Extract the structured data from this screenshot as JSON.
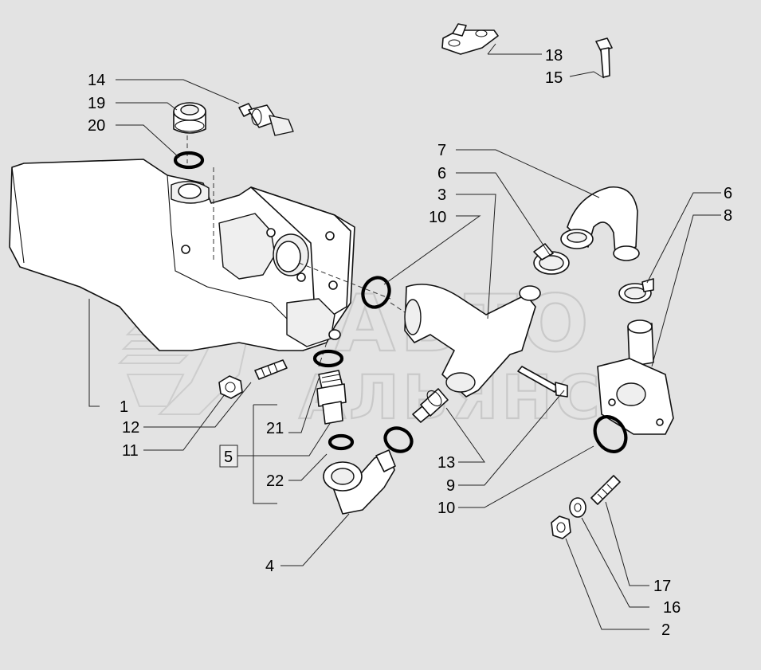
{
  "diagram": {
    "watermark": {
      "line1": "АВТО",
      "line2": "АЛЬЯНС"
    },
    "callouts": {
      "c1": "1",
      "c2": "2",
      "c3": "3",
      "c4": "4",
      "c5": "5",
      "c6a": "6",
      "c6b": "6",
      "c7": "7",
      "c8": "8",
      "c9": "9",
      "c10a": "10",
      "c10b": "10",
      "c11": "11",
      "c12": "12",
      "c13": "13",
      "c14": "14",
      "c15": "15",
      "c16": "16",
      "c17": "17",
      "c18": "18",
      "c19": "19",
      "c20": "20",
      "c21": "21",
      "c22": "22"
    }
  }
}
